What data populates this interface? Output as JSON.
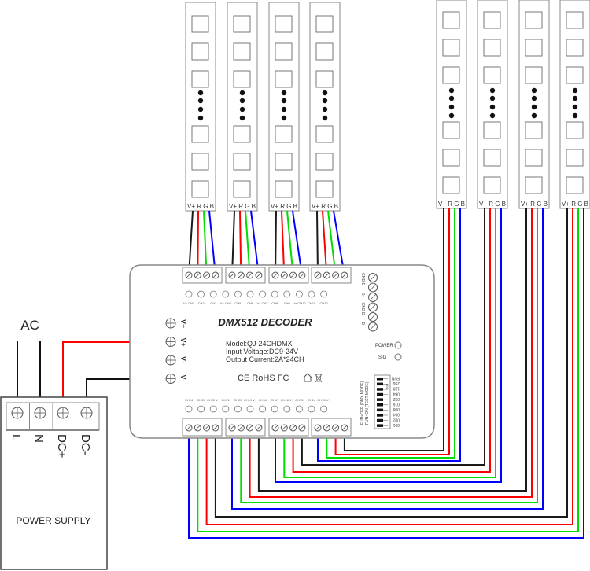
{
  "title": "DMX512 Decoder Wiring Diagram",
  "colors": {
    "v_plus": "#1a1a1a",
    "red": "#ff0000",
    "green": "#00dd00",
    "blue": "#0000ff",
    "outline": "#777777"
  },
  "ac_label": "AC",
  "power_supply": {
    "label": "POWER SUPPLY",
    "terminals": [
      "L",
      "N",
      "DC+",
      "DC-"
    ]
  },
  "decoder": {
    "title": "DMX512 DECODER",
    "model": "Model:QJ-24CHDMX",
    "input_voltage": "Input Voltage:DC9-24V",
    "output_current": "Output Current:2A*24CH",
    "certifications": "CE  RoHS  FC",
    "power_terminals": [
      "V+",
      "V+",
      "V-",
      "V-"
    ],
    "dmx_terminals": [
      "GND",
      "D-",
      "D+",
      "GND",
      "D-",
      "D+"
    ],
    "indicators": [
      "POWER",
      "SIG"
    ],
    "top_channel_labels": [
      "V+ CH1",
      "CH2",
      "CH3",
      "V+ CH4",
      "CH5",
      "CH6",
      "V+ CH7",
      "CH8",
      "CH9",
      "V+ CH10",
      "CH11",
      "CH12"
    ],
    "bottom_channel_labels": [
      "CH24",
      "CH23",
      "CH22 V+",
      "CH21",
      "CH20",
      "CH19 V+",
      "CH18",
      "CH17",
      "CH16 V+",
      "CH15",
      "CH14",
      "CH13 V+"
    ],
    "dip_switch": {
      "mode_labels": [
        "FUN=OFF (DMX MODE)",
        "FUN=ON (TEST MODE)"
      ],
      "on_label": "ON",
      "values": [
        "FUN",
        "256",
        "128",
        "064",
        "032",
        "016",
        "008",
        "004",
        "002",
        "001"
      ]
    }
  },
  "led_strips": {
    "pin_label": "V+ R G B",
    "count": 8
  }
}
